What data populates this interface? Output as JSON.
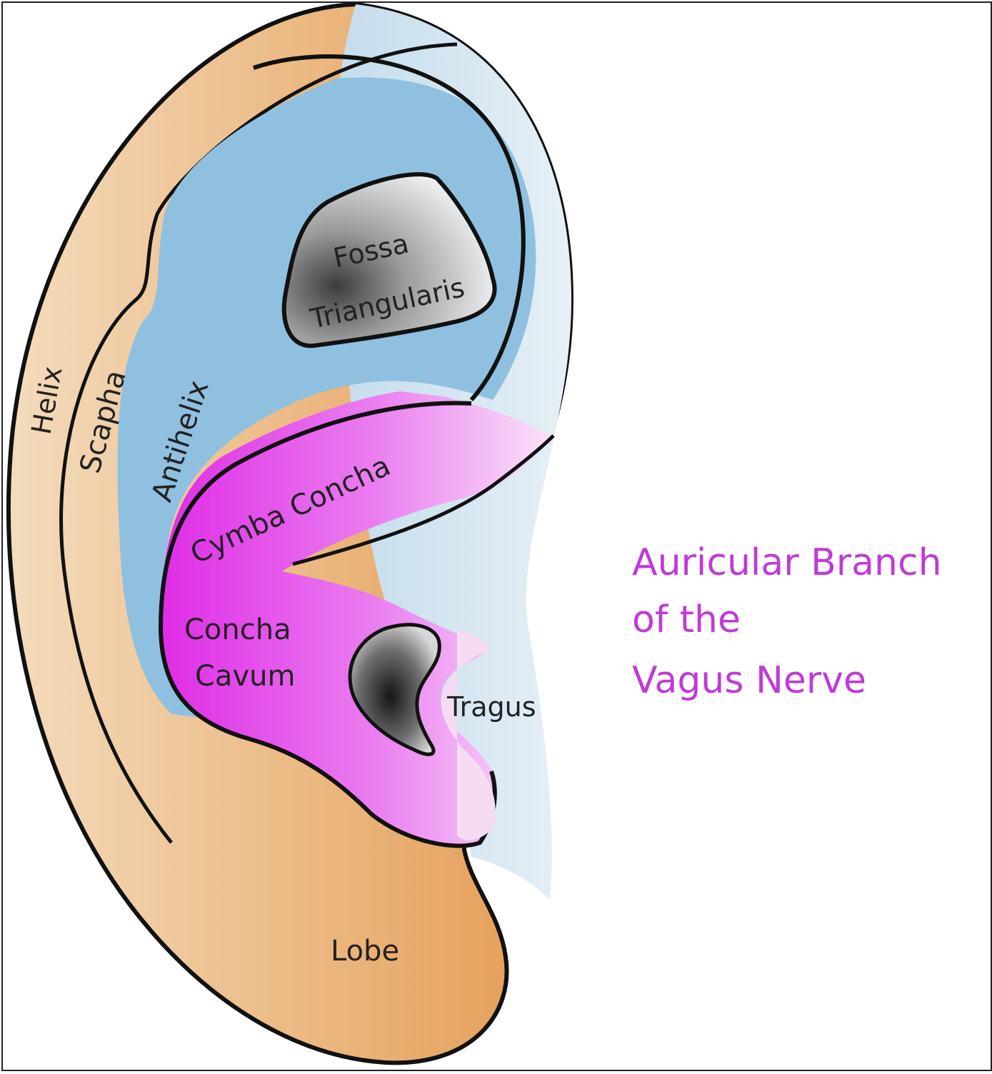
{
  "labels": {
    "helix": "Helix",
    "scapha": "Scapha",
    "antihelix": "Antihelix",
    "fossa_line1": "Fossa",
    "fossa_line2": "Triangularis",
    "cymba_concha": "Cymba Concha",
    "concha_line1": "Concha",
    "concha_line2": "Cavum",
    "tragus": "Tragus",
    "lobe": "Lobe"
  },
  "caption": {
    "line1": "Auricular Branch",
    "line2": "of the",
    "line3": "Vagus Nerve"
  },
  "colors": {
    "skin_tan": "#f0d6b4",
    "skin_orange": "#e8a25e",
    "antihelix_blue": "#8fc0e0",
    "pale_blue": "#cfe3ef",
    "vagus_magenta": "#e23ce8",
    "vagus_light": "#f3c4f1",
    "outline": "#111111",
    "caption": "#c03ad8"
  }
}
